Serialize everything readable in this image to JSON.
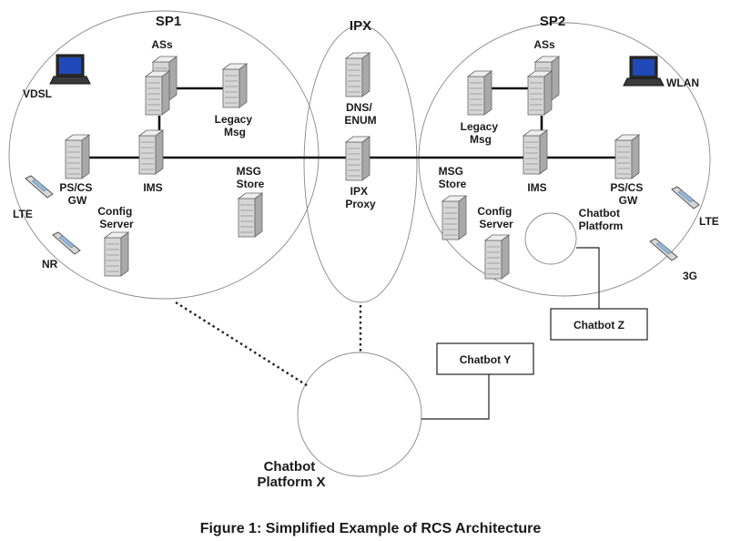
{
  "domains": {
    "sp1": "SP1",
    "ipx": "IPX",
    "sp2": "SP2"
  },
  "sp1": {
    "ass": "ASs",
    "legacy_msg": [
      "Legacy",
      "Msg"
    ],
    "ims": "IMS",
    "pscs_gw": [
      "PS/CS",
      "GW"
    ],
    "config_server": [
      "Config",
      "Server"
    ],
    "msg_store": [
      "MSG",
      "Store"
    ]
  },
  "ipx": {
    "dns_enum": [
      "DNS/",
      "ENUM"
    ],
    "ipx_proxy": [
      "IPX",
      "Proxy"
    ]
  },
  "sp2": {
    "ass": "ASs",
    "legacy_msg": [
      "Legacy",
      "Msg"
    ],
    "ims": "IMS",
    "pscs_gw": [
      "PS/CS",
      "GW"
    ],
    "config_server": [
      "Config",
      "Server"
    ],
    "msg_store": [
      "MSG",
      "Store"
    ],
    "chatbot_platform": [
      "Chatbot",
      "Platform"
    ]
  },
  "access": {
    "vdsl": "VDSL",
    "lte_left": "LTE",
    "nr": "NR",
    "wlan": "WLAN",
    "lte_right": "LTE",
    "g3": "3G"
  },
  "chatbots": {
    "platform_x": [
      "Chatbot",
      "Platform X"
    ],
    "y": "Chatbot Y",
    "z": "Chatbot Z"
  },
  "caption": "Figure 1: Simplified Example of RCS Architecture"
}
